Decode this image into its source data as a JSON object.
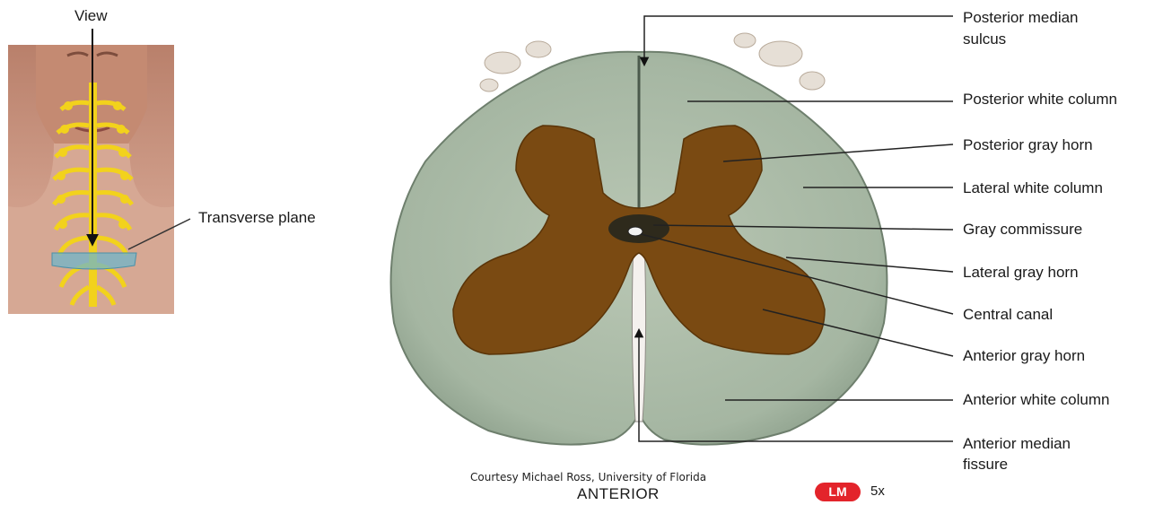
{
  "inset": {
    "view_label": "View",
    "plane_label": "Transverse plane"
  },
  "labels": {
    "posterior_median_sulcus_1": "Posterior median",
    "posterior_median_sulcus_2": "sulcus",
    "posterior_white_column": "Posterior white column",
    "posterior_gray_horn": "Posterior gray horn",
    "lateral_white_column": "Lateral white column",
    "gray_commissure": "Gray commissure",
    "lateral_gray_horn": "Lateral gray horn",
    "central_canal": "Central canal",
    "anterior_gray_horn": "Anterior gray horn",
    "anterior_white_column": "Anterior white column",
    "anterior_median_fissure_1": "Anterior median",
    "anterior_median_fissure_2": "fissure"
  },
  "footer": {
    "credit": "Courtesy Michael Ross, University of Florida",
    "orientation": "ANTERIOR",
    "microscopy_badge": "LM",
    "magnification": "5x"
  },
  "colors": {
    "white_matter": "#a9b9a6",
    "gray_matter": "#7a4a12",
    "nerve_yellow": "#f2d21c",
    "skin": "#c9927a",
    "badge": "#e3242b"
  }
}
